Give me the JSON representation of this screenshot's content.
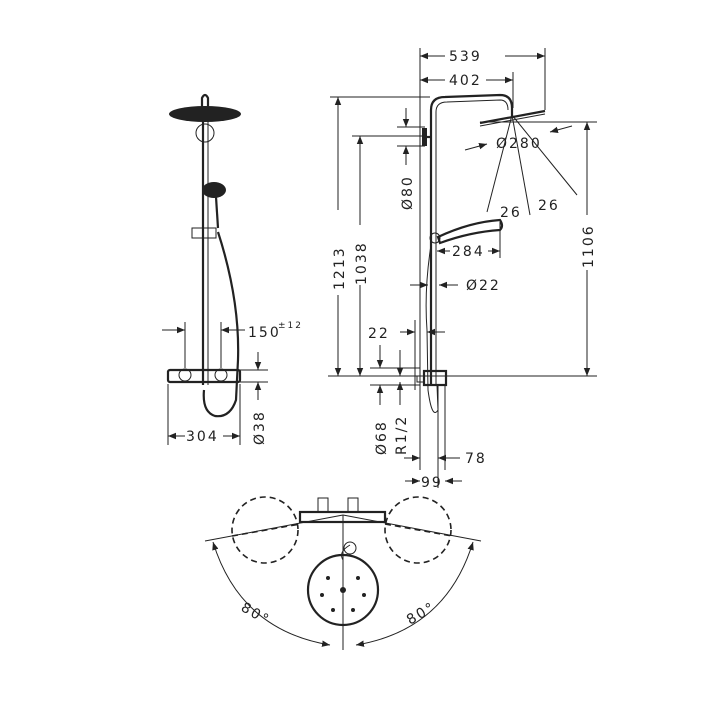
{
  "side_view": {
    "dims": {
      "d150": "150",
      "d150_tol": "±12",
      "d38": "Ø38",
      "d304": "304"
    }
  },
  "front_view": {
    "dims": {
      "d539": "539",
      "d402": "402",
      "d280": "Ø280",
      "d80": "Ø80",
      "d26a": "26",
      "d26b": "26",
      "d284": "284",
      "d22pipe": "Ø22",
      "d1213": "1213",
      "d1038": "1038",
      "d1106": "1106",
      "d22": "22",
      "d68": "Ø68",
      "r12": "R1/2",
      "d78": "78",
      "d99": "99"
    }
  },
  "top_view": {
    "angle_left": "80°",
    "angle_right": "80°"
  }
}
